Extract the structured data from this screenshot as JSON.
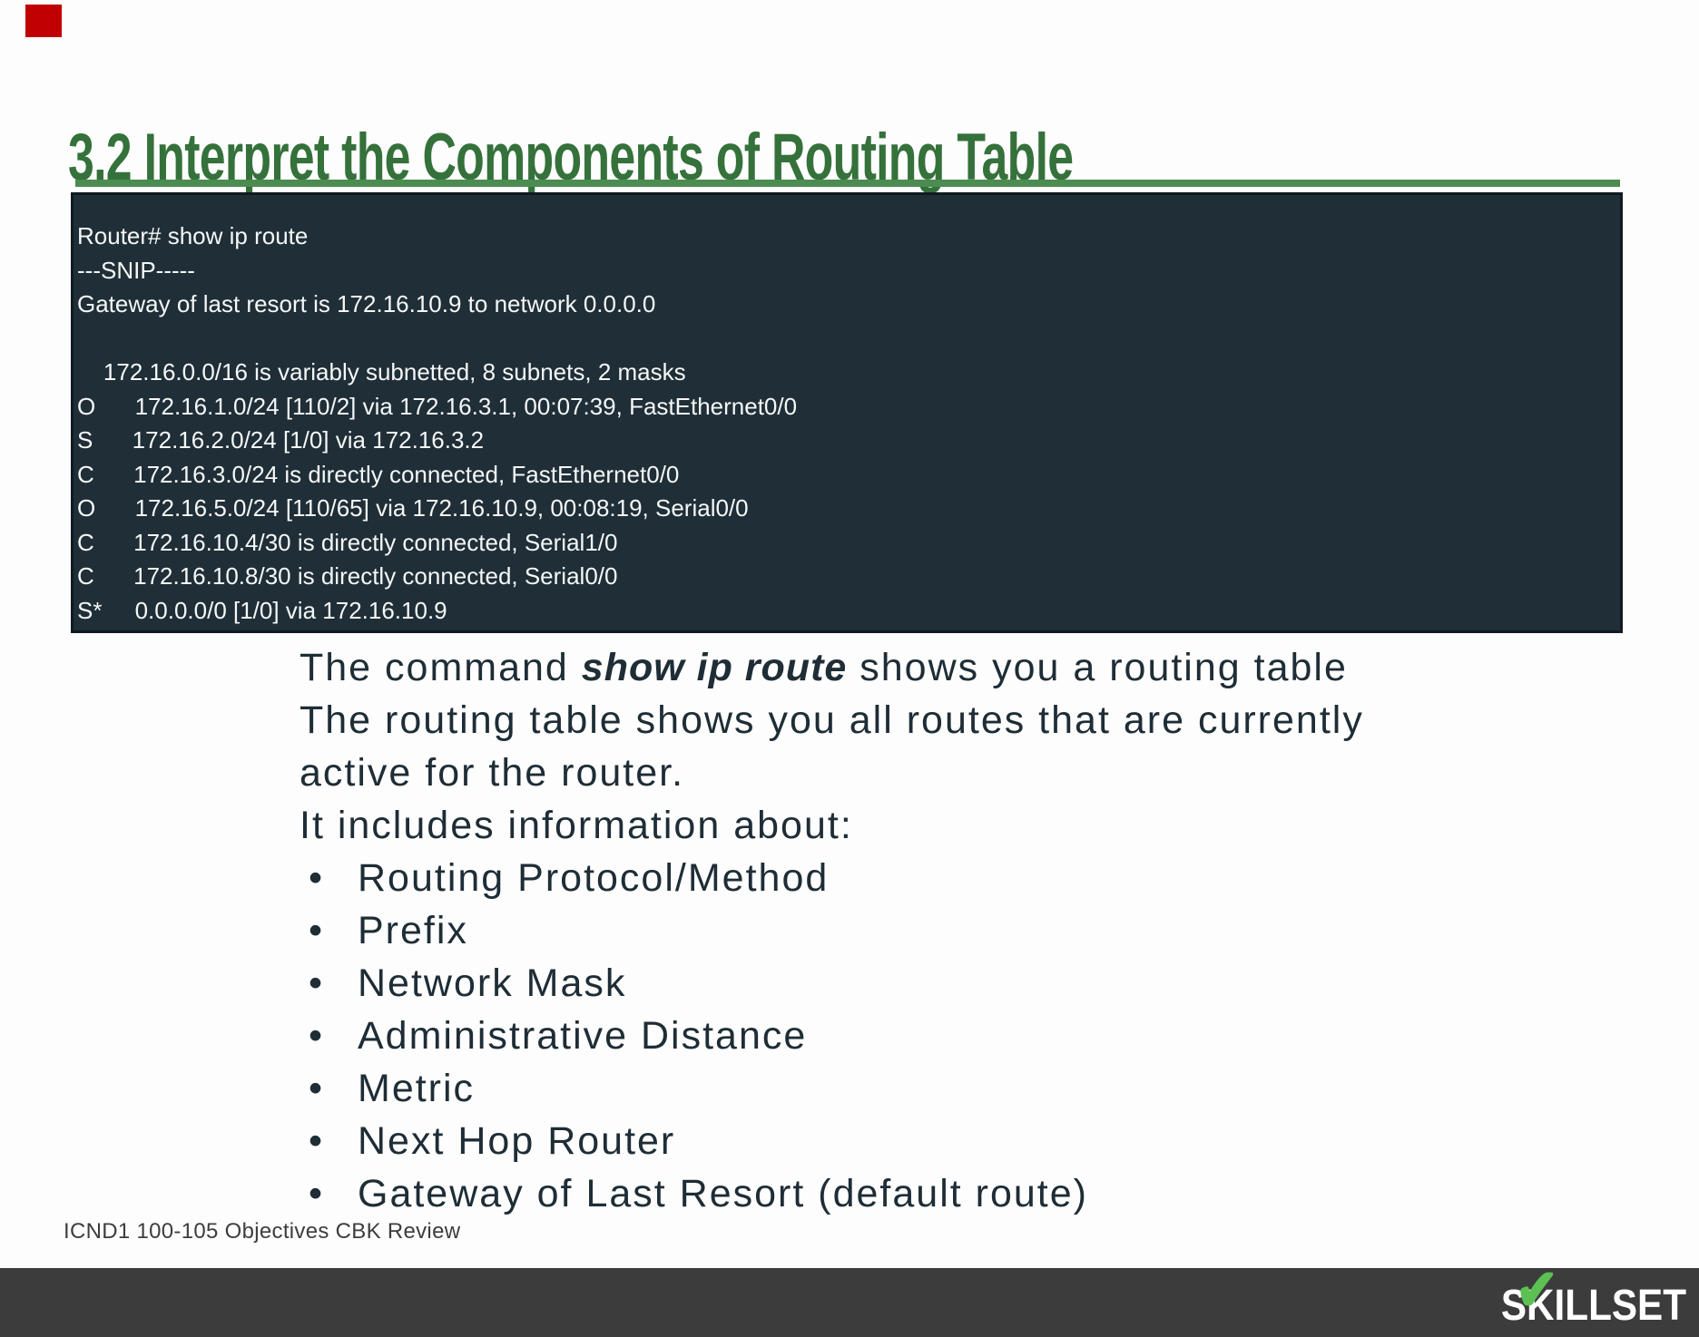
{
  "marker": {
    "color": "#C00000"
  },
  "header": {
    "title": "3.2 Interpret the Components of Routing Table",
    "title_color": "#35713B",
    "divider_color": "#4C8B51"
  },
  "terminal": {
    "bg_color": "#1F2E37",
    "text_color": "#F5F7F7",
    "lines": [
      "Router# show ip route",
      "---SNIP-----",
      "Gateway of last resort is 172.16.10.9 to network 0.0.0.0",
      "",
      "    172.16.0.0/16 is variably subnetted, 8 subnets, 2 masks",
      "O      172.16.1.0/24 [110/2] via 172.16.3.1, 00:07:39, FastEthernet0/0",
      "S      172.16.2.0/24 [1/0] via 172.16.3.2",
      "C      172.16.3.0/24 is directly connected, FastEthernet0/0",
      "O      172.16.5.0/24 [110/65] via 172.16.10.9, 00:08:19, Serial0/0",
      "C      172.16.10.4/30 is directly connected, Serial1/0",
      "C      172.16.10.8/30 is directly connected, Serial0/0",
      "S*     0.0.0.0/0 [1/0] via 172.16.10.9"
    ]
  },
  "body": {
    "text_color": "#1E2D36",
    "intro": {
      "prefix": "The command ",
      "command": "show ip route",
      "suffix": " shows you a routing table"
    },
    "line2": "The routing table shows you all routes that are currently",
    "line3": "active for the router.",
    "line4": "It includes information about:",
    "bullet_char": "•",
    "bullets": [
      "Routing Protocol/Method",
      "Prefix",
      "Network Mask",
      "Administrative Distance",
      "Metric",
      "Next Hop Router",
      "Gateway of Last Resort (default route)"
    ]
  },
  "footer": {
    "note": "ICND1 100-105 Objectives CBK Review",
    "bar_color": "#3C3C3C",
    "logo": {
      "s": "S",
      "k": "K",
      "check": "✔",
      "check_color": "#5CC053",
      "rest": "ILLSET"
    }
  }
}
